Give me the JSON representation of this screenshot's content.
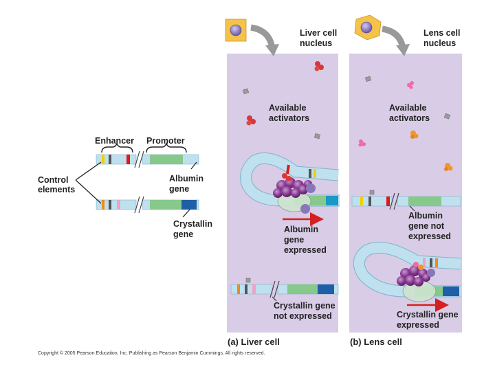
{
  "left": {
    "enhancer": "Enhancer",
    "promoter": "Promoter",
    "control_elements_1": "Control",
    "control_elements_2": "elements",
    "albumin_gene_1": "Albumin",
    "albumin_gene_2": "gene",
    "crystallin_gene_1": "Crystallin",
    "crystallin_gene_2": "gene"
  },
  "panel_a": {
    "nucleus_1": "Liver cell",
    "nucleus_2": "nucleus",
    "activators_1": "Available",
    "activators_2": "activators",
    "expressed_1": "Albumin",
    "expressed_2": "gene",
    "expressed_3": "expressed",
    "not_expressed_1": "Crystallin gene",
    "not_expressed_2": "not expressed",
    "caption": "(a) Liver cell"
  },
  "panel_b": {
    "nucleus_1": "Lens cell",
    "nucleus_2": "nucleus",
    "activators_1": "Available",
    "activators_2": "activators",
    "not_expressed_1": "Albumin",
    "not_expressed_2": "gene not",
    "not_expressed_3": "expressed",
    "expressed_1": "Crystallin gene",
    "expressed_2": "expressed",
    "caption": "(b) Lens cell"
  },
  "copyright": "Copyright © 2005 Pearson Education, Inc. Publishing as Pearson Benjamin Cummings. All rights reserved.",
  "colors": {
    "panel_bg": "#d8cce6",
    "dna": "#bfe0ee",
    "gene_green": "#86c98a",
    "gene_blue": "#1f5fa8",
    "arrow_red": "#d42020",
    "activator_complex": "#7a2a80",
    "cell_yellow": "#f5c24a"
  }
}
